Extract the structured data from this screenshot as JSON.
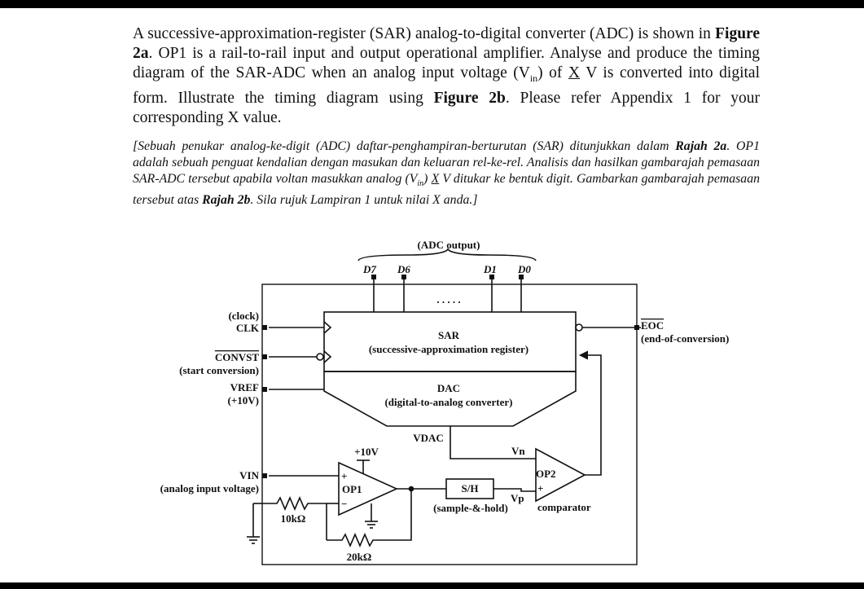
{
  "question": {
    "p1": "A successive-approximation-register (SAR) analog-to-digital converter (ADC) is shown in",
    "fig2a": "Figure 2a",
    "p2": ". OP1 is a rail-to-rail input and output operational amplifier. Analyse and produce the timing diagram of the SAR-ADC when an analog input voltage (V",
    "in_sub": "in",
    "p3": ") of ",
    "x": "X",
    "p4": " V is converted into digital form. Illustrate the timing diagram using ",
    "fig2b": "Figure 2b",
    "p5": ". Please refer Appendix 1 for your corresponding X value."
  },
  "question_malay": {
    "p1": "[Sebuah penukar analog-ke-digit (ADC) daftar-penghampiran-berturutan (SAR) ditunjukkan dalam ",
    "rajah2a": "Rajah 2a",
    "p2": ". OP1 adalah sebuah penguat kendalian dengan masukan dan keluaran rel-ke-rel. Analisis dan hasilkan gambarajah pemasaan SAR-ADC tersebut apabila voltan masukkan analog (V",
    "in_sub": "in",
    "p3": ") ",
    "x": "X",
    "p4": " V ditukar ke bentuk digit. Gambarkan gambarajah pemasaan tersebut atas ",
    "rajah2b": "Rajah 2b",
    "p5": ". Sila rujuk Lampiran 1 untuk nilai X anda.]"
  },
  "diagram": {
    "adc_output": "(ADC output)",
    "d7": "D7",
    "d6": "D6",
    "d1": "D1",
    "d0": "D0",
    "dots": ". . . . .",
    "clock": "(clock)",
    "clk": "CLK",
    "convst": "CONVST",
    "start_conversion": "(start conversion)",
    "vref": "VREF",
    "vref_value": "(+10V)",
    "eoc": "EOC",
    "eoc_desc": "(end-of-conversion)",
    "sar": "SAR",
    "sar_desc": "(successive-approximation register)",
    "dac": "DAC",
    "dac_desc": "(digital-to-analog converter)",
    "vdac": "VDAC",
    "vn": "Vn",
    "vp": "Vp",
    "op2": "OP2",
    "comparator": "comparator",
    "plus10v": "+10V",
    "vin": "VIN",
    "vin_desc": "(analog input voltage)",
    "op1": "OP1",
    "plus": "+",
    "minus": "−",
    "sh": "S/H",
    "sh_desc": "(sample-&-hold)",
    "r1": "10kΩ",
    "r2": "20kΩ"
  }
}
